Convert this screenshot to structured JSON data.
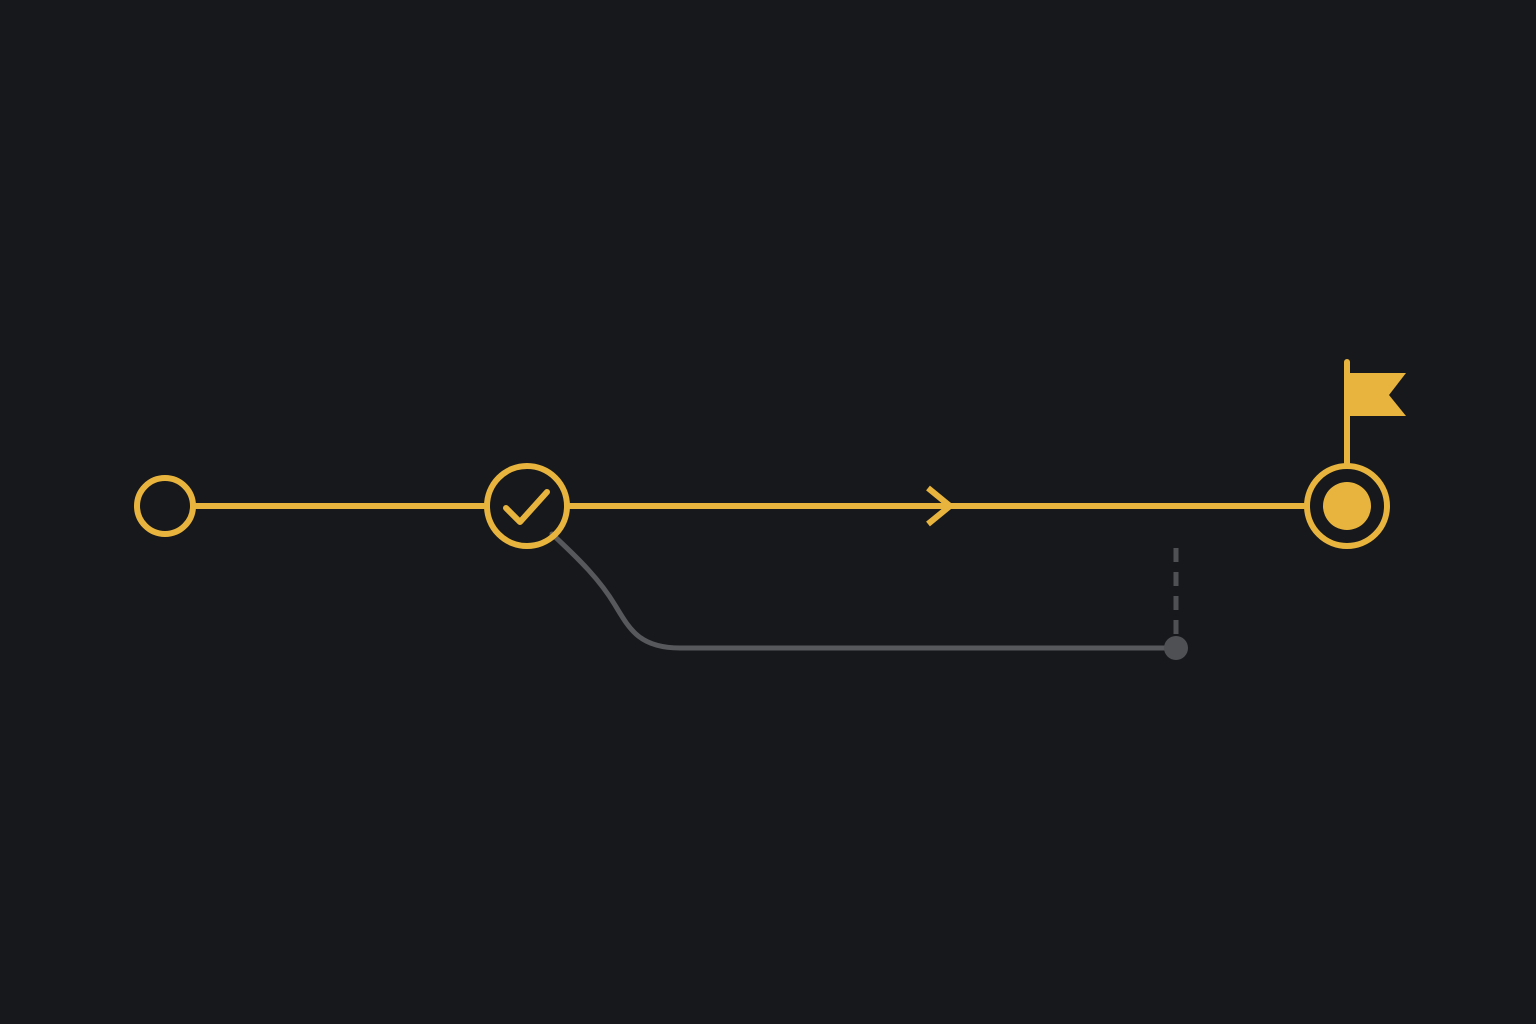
{
  "colors": {
    "background": "#17181b",
    "accent": "#e8b43d",
    "branch": "#57585c",
    "branch_dot": "#4f5054"
  },
  "diagram": {
    "nodes": [
      {
        "id": "start",
        "state": "pending",
        "icon": "ring"
      },
      {
        "id": "checkpoint",
        "state": "completed",
        "icon": "checkmark-icon"
      },
      {
        "id": "goal",
        "state": "target",
        "icon": "filled-dot",
        "marker": "flag-icon"
      }
    ],
    "edges": [
      {
        "from": "start",
        "to": "checkpoint",
        "style": "solid",
        "color": "accent"
      },
      {
        "from": "checkpoint",
        "to": "goal",
        "style": "solid",
        "color": "accent",
        "direction_marker": "arrow-right-icon"
      }
    ],
    "branch": {
      "from": "checkpoint",
      "style": "solid-then-dashed",
      "color": "branch",
      "ends_in": "dot",
      "connection": "dashed-toward-main-line"
    }
  }
}
